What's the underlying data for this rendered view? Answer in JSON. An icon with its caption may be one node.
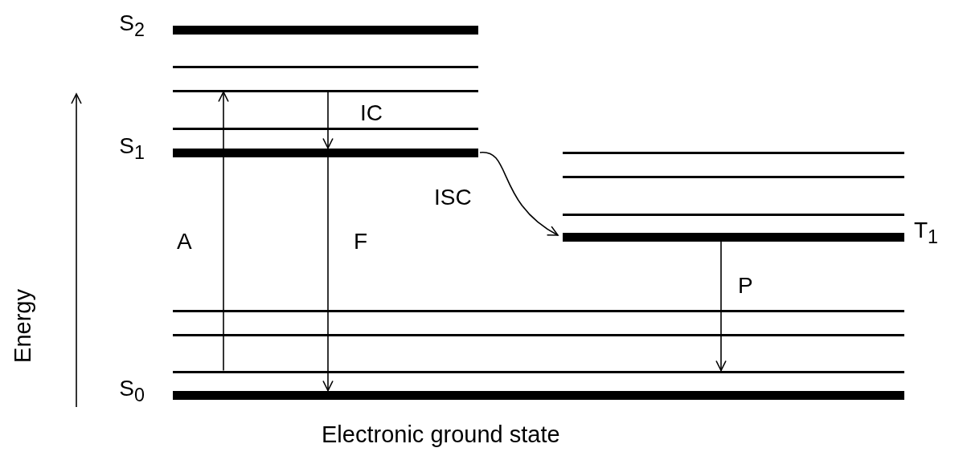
{
  "diagram": {
    "nodes": [
      {
        "text": [],
        "shape": "bar",
        "beside": [
          "S$_{2}$"
        ]
      },
      {
        "text": [],
        "shape": "bar"
      },
      {
        "text": [],
        "shape": "bar"
      },
      {
        "text": [],
        "shape": "bar"
      },
      {
        "text": [],
        "shape": "bar",
        "beside": [
          "S$_{1}$"
        ]
      },
      {
        "text": [],
        "shape": "bar"
      },
      {
        "text": [],
        "shape": "bar"
      },
      {
        "text": [],
        "shape": "bar"
      },
      {
        "text": [],
        "shape": "bar",
        "beside": [
          "T$_{1}$"
        ]
      },
      {
        "text": [],
        "shape": "bar"
      },
      {
        "text": [],
        "shape": "bar"
      },
      {
        "text": [],
        "shape": "bar"
      },
      {
        "text": [],
        "shape": "bar",
        "beside": [
          "S$_{0}$"
        ]
      }
    ],
    "edges": [
      {
        "from": 11,
        "to": 2,
        "arrow": "to",
        "label": "A"
      },
      {
        "from": 2,
        "to": 4,
        "arrow": "to",
        "label": "IC"
      },
      {
        "from": 4,
        "to": 12,
        "arrow": "to",
        "label": "F"
      },
      {
        "from": 4,
        "to": 8,
        "arrow": "to",
        "label": "ISC"
      },
      {
        "from": 8,
        "to": 11,
        "arrow": "to",
        "label": "P"
      }
    ],
    "labels": [
      "Energy",
      "Electronic ground state"
    ]
  }
}
